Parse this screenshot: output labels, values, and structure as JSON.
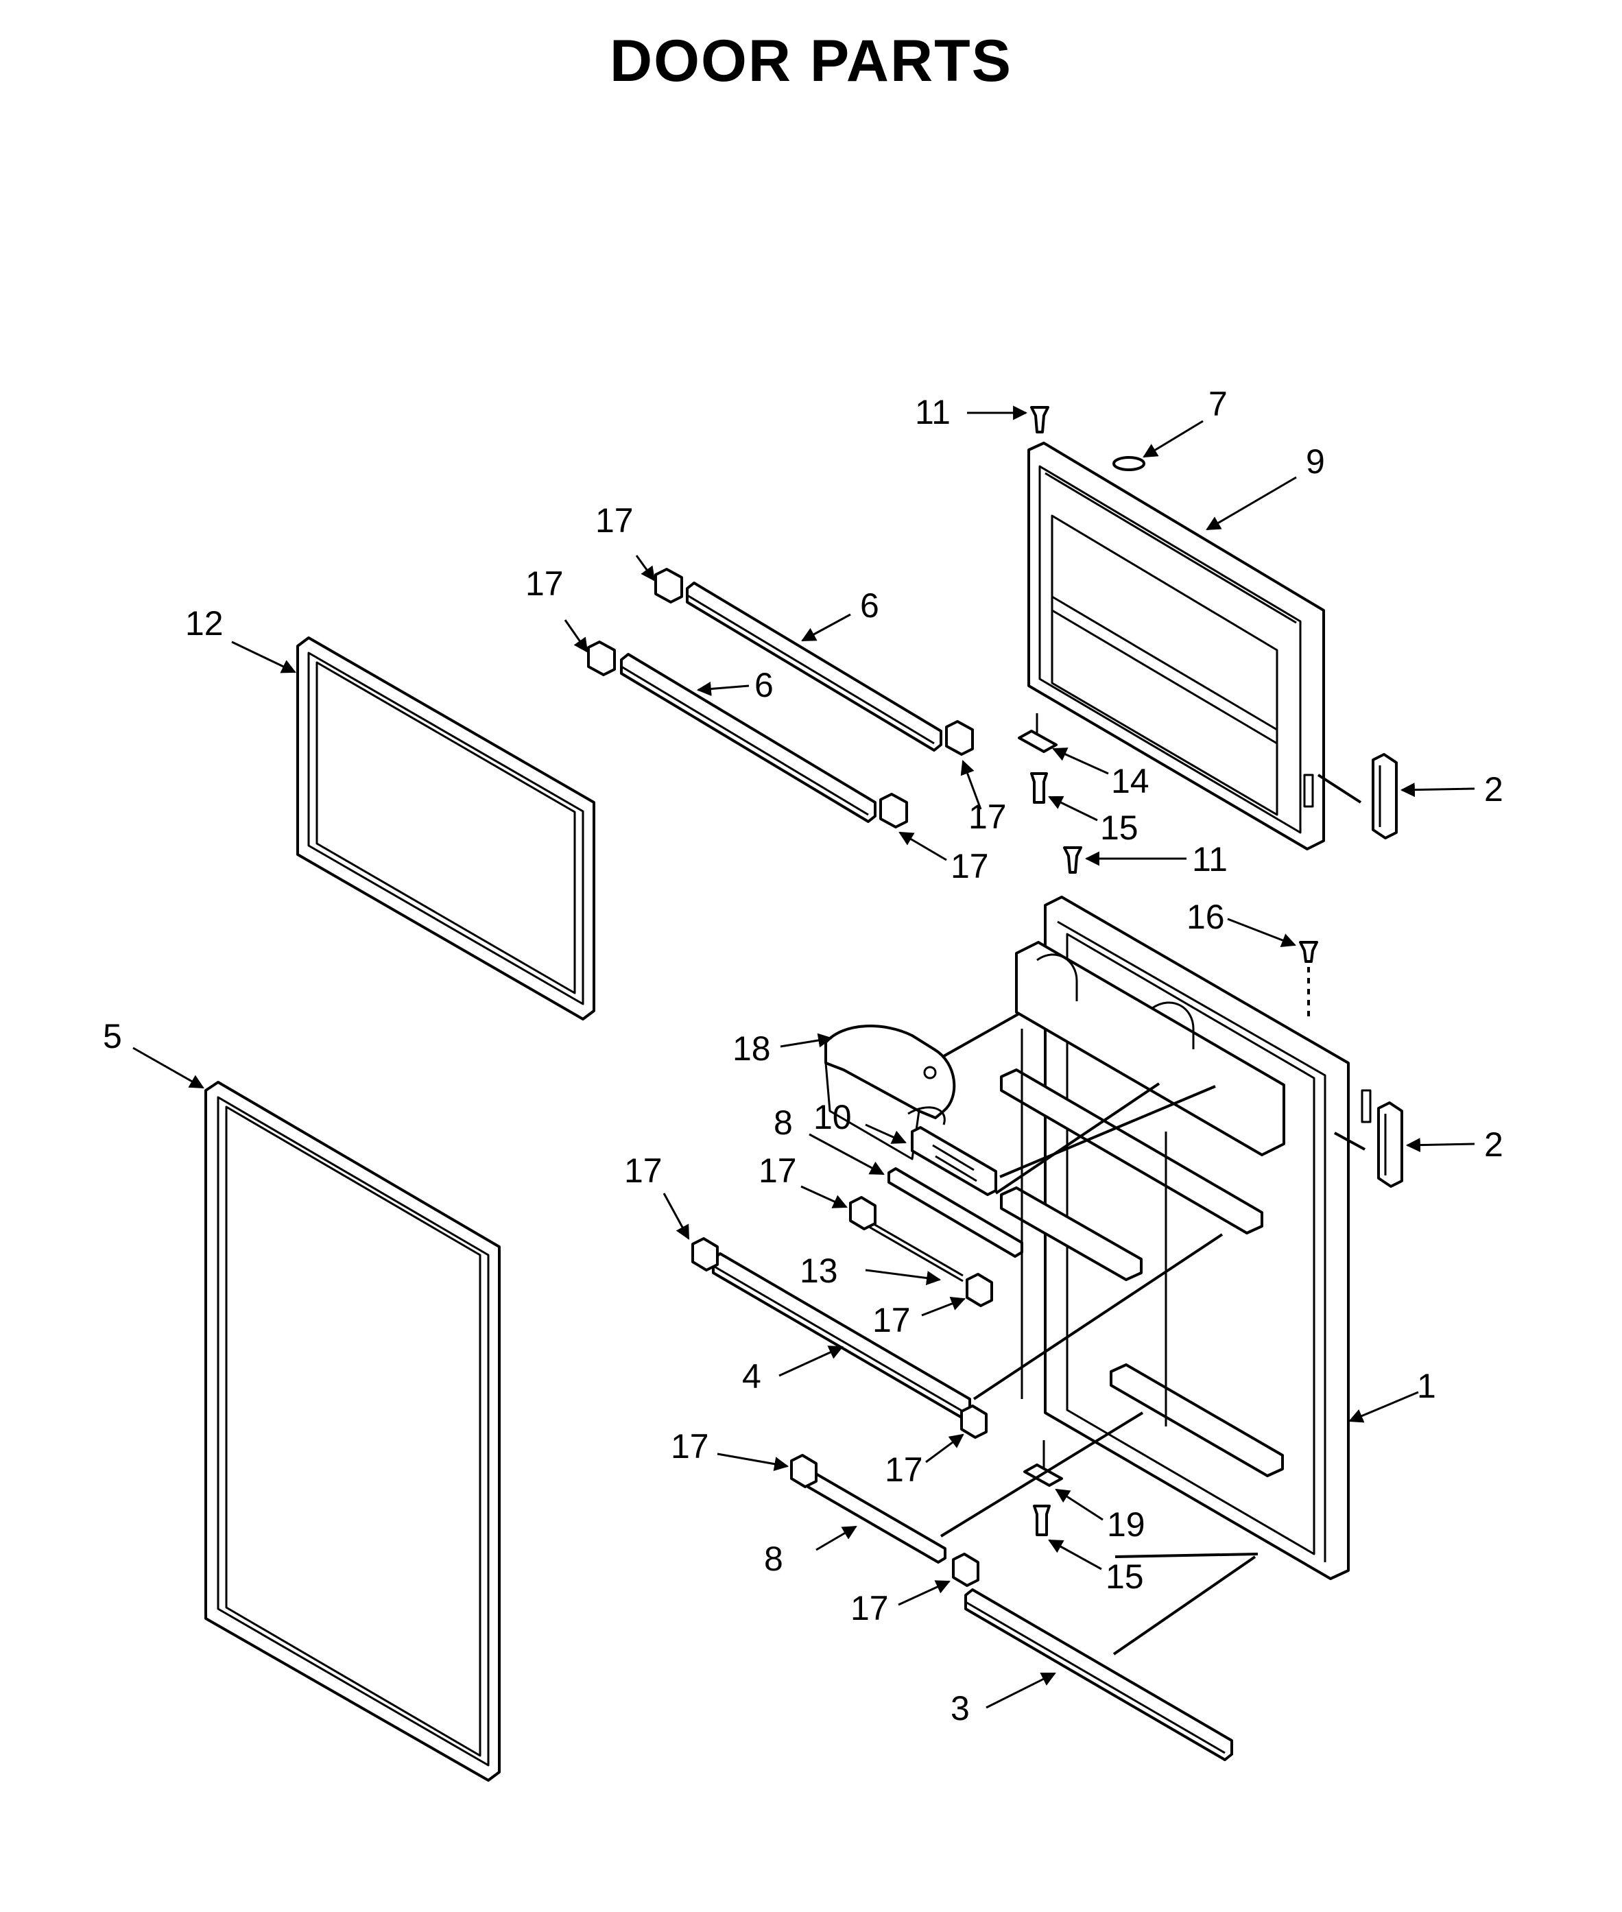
{
  "title": "DOOR PARTS",
  "parts": [
    {
      "key": "p1",
      "number": "1"
    },
    {
      "key": "p2a",
      "number": "2"
    },
    {
      "key": "p2b",
      "number": "2"
    },
    {
      "key": "p3",
      "number": "3"
    },
    {
      "key": "p4",
      "number": "4"
    },
    {
      "key": "p5",
      "number": "5"
    },
    {
      "key": "p6a",
      "number": "6"
    },
    {
      "key": "p6b",
      "number": "6"
    },
    {
      "key": "p7",
      "number": "7"
    },
    {
      "key": "p8a",
      "number": "8"
    },
    {
      "key": "p8b",
      "number": "8"
    },
    {
      "key": "p9",
      "number": "9"
    },
    {
      "key": "p10",
      "number": "10"
    },
    {
      "key": "p11a",
      "number": "11"
    },
    {
      "key": "p11b",
      "number": "11"
    },
    {
      "key": "p12",
      "number": "12"
    },
    {
      "key": "p13",
      "number": "13"
    },
    {
      "key": "p14",
      "number": "14"
    },
    {
      "key": "p15a",
      "number": "15"
    },
    {
      "key": "p15b",
      "number": "15"
    },
    {
      "key": "p16",
      "number": "16"
    },
    {
      "key": "p17a",
      "number": "17"
    },
    {
      "key": "p17b",
      "number": "17"
    },
    {
      "key": "p17c",
      "number": "17"
    },
    {
      "key": "p17d",
      "number": "17"
    },
    {
      "key": "p17e",
      "number": "17"
    },
    {
      "key": "p17f",
      "number": "17"
    },
    {
      "key": "p17g",
      "number": "17"
    },
    {
      "key": "p17h",
      "number": "17"
    },
    {
      "key": "p17i",
      "number": "17"
    },
    {
      "key": "p17j",
      "number": "17"
    },
    {
      "key": "p18",
      "number": "18"
    },
    {
      "key": "p19",
      "number": "19"
    }
  ]
}
